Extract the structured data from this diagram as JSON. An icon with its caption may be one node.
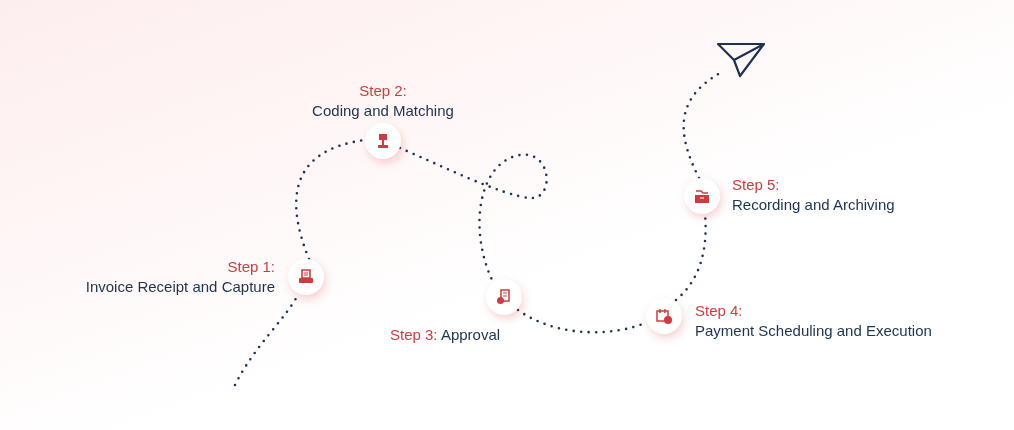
{
  "diagram": {
    "nodes": [
      {
        "text": [
          "Step 1:",
          "Invoice Receipt and Capture"
        ]
      },
      {
        "text": [
          "Step 2:",
          "Coding and Matching"
        ]
      },
      {
        "text": [
          "Step 3:",
          "Approval"
        ]
      },
      {
        "text": [
          "Step 4:",
          "Payment Scheduling and Execution"
        ]
      },
      {
        "text": [
          "Step 5:",
          "Recording and Archiving"
        ]
      },
      {
        "text": [],
        "shape": "picture"
      }
    ],
    "edges": [
      {
        "from": null,
        "to": 0,
        "arrow": "none"
      },
      {
        "from": 0,
        "to": 1,
        "arrow": "none"
      },
      {
        "from": 1,
        "to": 2,
        "arrow": "none"
      },
      {
        "from": 2,
        "to": 3,
        "arrow": "none"
      },
      {
        "from": 3,
        "to": 4,
        "arrow": "none"
      },
      {
        "from": 4,
        "to": 5,
        "arrow": "none"
      }
    ]
  }
}
